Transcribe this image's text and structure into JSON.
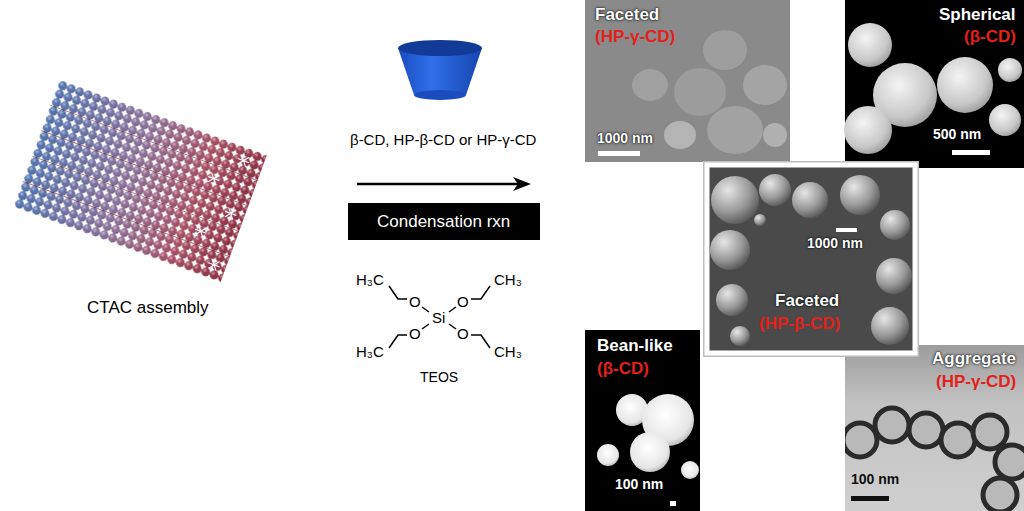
{
  "diagram": {
    "nodes": [
      {
        "text": [
          "Condensation rxn"
        ]
      },
      {
        "text": [
          "Faceted",
          "(HP-γ-CD)",
          "1000 nm"
        ]
      },
      {
        "text": [
          "Spherical",
          "(β-CD)",
          "500 nm"
        ]
      },
      {
        "text": [
          "1000 nm",
          "Faceted",
          "(HP-β-CD)"
        ]
      },
      {
        "text": [
          "Bean-like",
          "(β-CD)",
          "100 nm"
        ]
      },
      {
        "text": [
          "Aggregate",
          "(HP-γ-CD)",
          "100 nm"
        ]
      }
    ],
    "labels": [
      "CTAC assembly",
      "β-CD, HP-β-CD or HP-γ-CD",
      "H₃C",
      "O",
      "O",
      "CH₃",
      "Si",
      "H₃C",
      "O",
      "O",
      "CH₃",
      "TEOS"
    ]
  }
}
